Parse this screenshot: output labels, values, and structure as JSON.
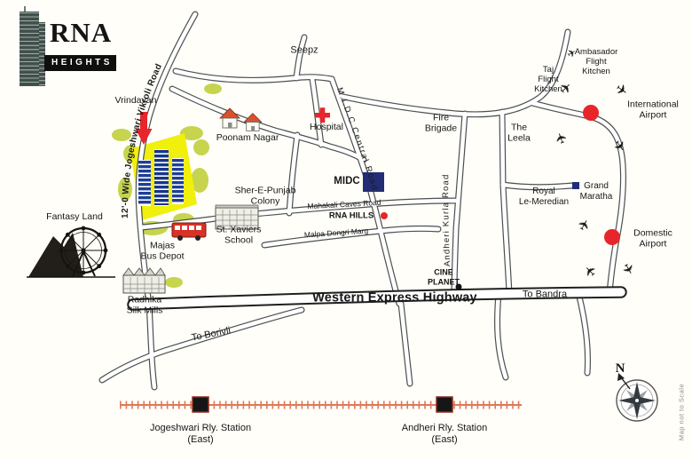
{
  "logo": {
    "title": "RNA",
    "subtitle": "HEIGHTS"
  },
  "places": {
    "seepz": "Seepz",
    "vrindavan": "Vrindavan",
    "poonam_nagar": "Poonam Nagar",
    "hospital": "Hospital",
    "fire_brigade": "Fire\nBrigade",
    "taj_flight_kitchen": "Taj\nFlight\nKitchen",
    "ambasador_flight_kitchen": "Ambasador\nFlight\nKitchen",
    "international_airport": "International\nAirport",
    "the_leela": "The\nLeela",
    "midc": "MIDC",
    "sher_e_punjab_colony": "Sher-E-Punjab\nColony",
    "rna_hills": "RNA HILLS",
    "royal_le_meredian": "Royal\nLe-Meredian",
    "grand_maratha": "Grand\nMaratha",
    "domestic_airport": "Domestic\nAirport",
    "fantasy_land": "Fantasy Land",
    "majas_bus_depot": "Majas\nBus Depot",
    "st_xaviers_school": "St. Xaviers\nSchool",
    "radhika_silk_mills": "Radhika\nSilk Mills",
    "cine_planet": "CINE\nPLANET"
  },
  "roads": {
    "jogeshwari_vikroli": "12'-0 Wide Jogeshwari Vikroli Road",
    "midc_central": "M.I.D.C Central Road",
    "andheri_kurla": "Andheri Kurla Road",
    "mahakali_caves": "Mahakali Caves Road",
    "malpa_dongri": "Malpa Dongri Marg",
    "western_express_highway": "Western Express Highway",
    "to_bandra": "To Bandra",
    "to_borivli": "To Borivli"
  },
  "stations": {
    "jogeshwari": "Jogeshwari Rly. Station\n(East)",
    "andheri": "Andheri Rly. Station\n(East)"
  },
  "compass": {
    "north": "N"
  },
  "footnote": "Map not to Scale",
  "icons": {
    "airplane": "✈"
  },
  "colors": {
    "site_yellow": "#f1ef0c",
    "tower_blue": "#1e3f96",
    "accent_red": "#e8252a",
    "railway": "#e0785a",
    "midc_navy": "#232d75",
    "greenery": "#c6d44e"
  }
}
